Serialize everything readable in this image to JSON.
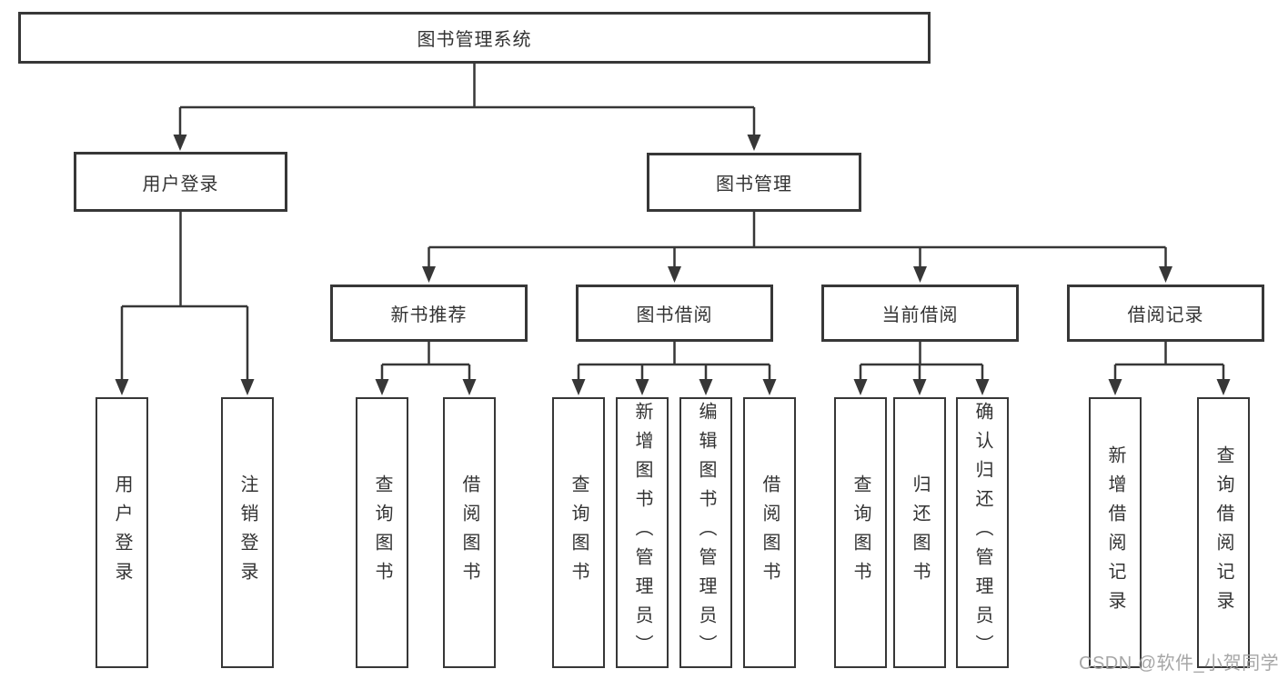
{
  "diagram_title": "图书管理系统",
  "tree": {
    "label": "图书管理系统",
    "children": [
      {
        "label": "用户登录",
        "children": [
          {
            "label": "用户登录"
          },
          {
            "label": "注销登录"
          }
        ]
      },
      {
        "label": "图书管理",
        "children": [
          {
            "label": "新书推荐",
            "children": [
              {
                "label": "查询图书"
              },
              {
                "label": "借阅图书"
              }
            ]
          },
          {
            "label": "图书借阅",
            "children": [
              {
                "label": "查询图书"
              },
              {
                "label": "新增图书（管理员）"
              },
              {
                "label": "编辑图书（管理员）"
              },
              {
                "label": "借阅图书"
              }
            ]
          },
          {
            "label": "当前借阅",
            "children": [
              {
                "label": "查询图书"
              },
              {
                "label": "归还图书"
              },
              {
                "label": "确认归还（管理员）"
              }
            ]
          },
          {
            "label": "借阅记录",
            "children": [
              {
                "label": "新增借阅记录"
              },
              {
                "label": "查询借阅记录"
              }
            ]
          }
        ]
      }
    ]
  },
  "watermark": {
    "text": "CSDN @软件_小贺同学"
  },
  "colors": {
    "line": "#373737",
    "node_border": "#373737",
    "node_text": "#333333",
    "background": "#ffffff",
    "watermark_text": "#a6a6a6"
  }
}
